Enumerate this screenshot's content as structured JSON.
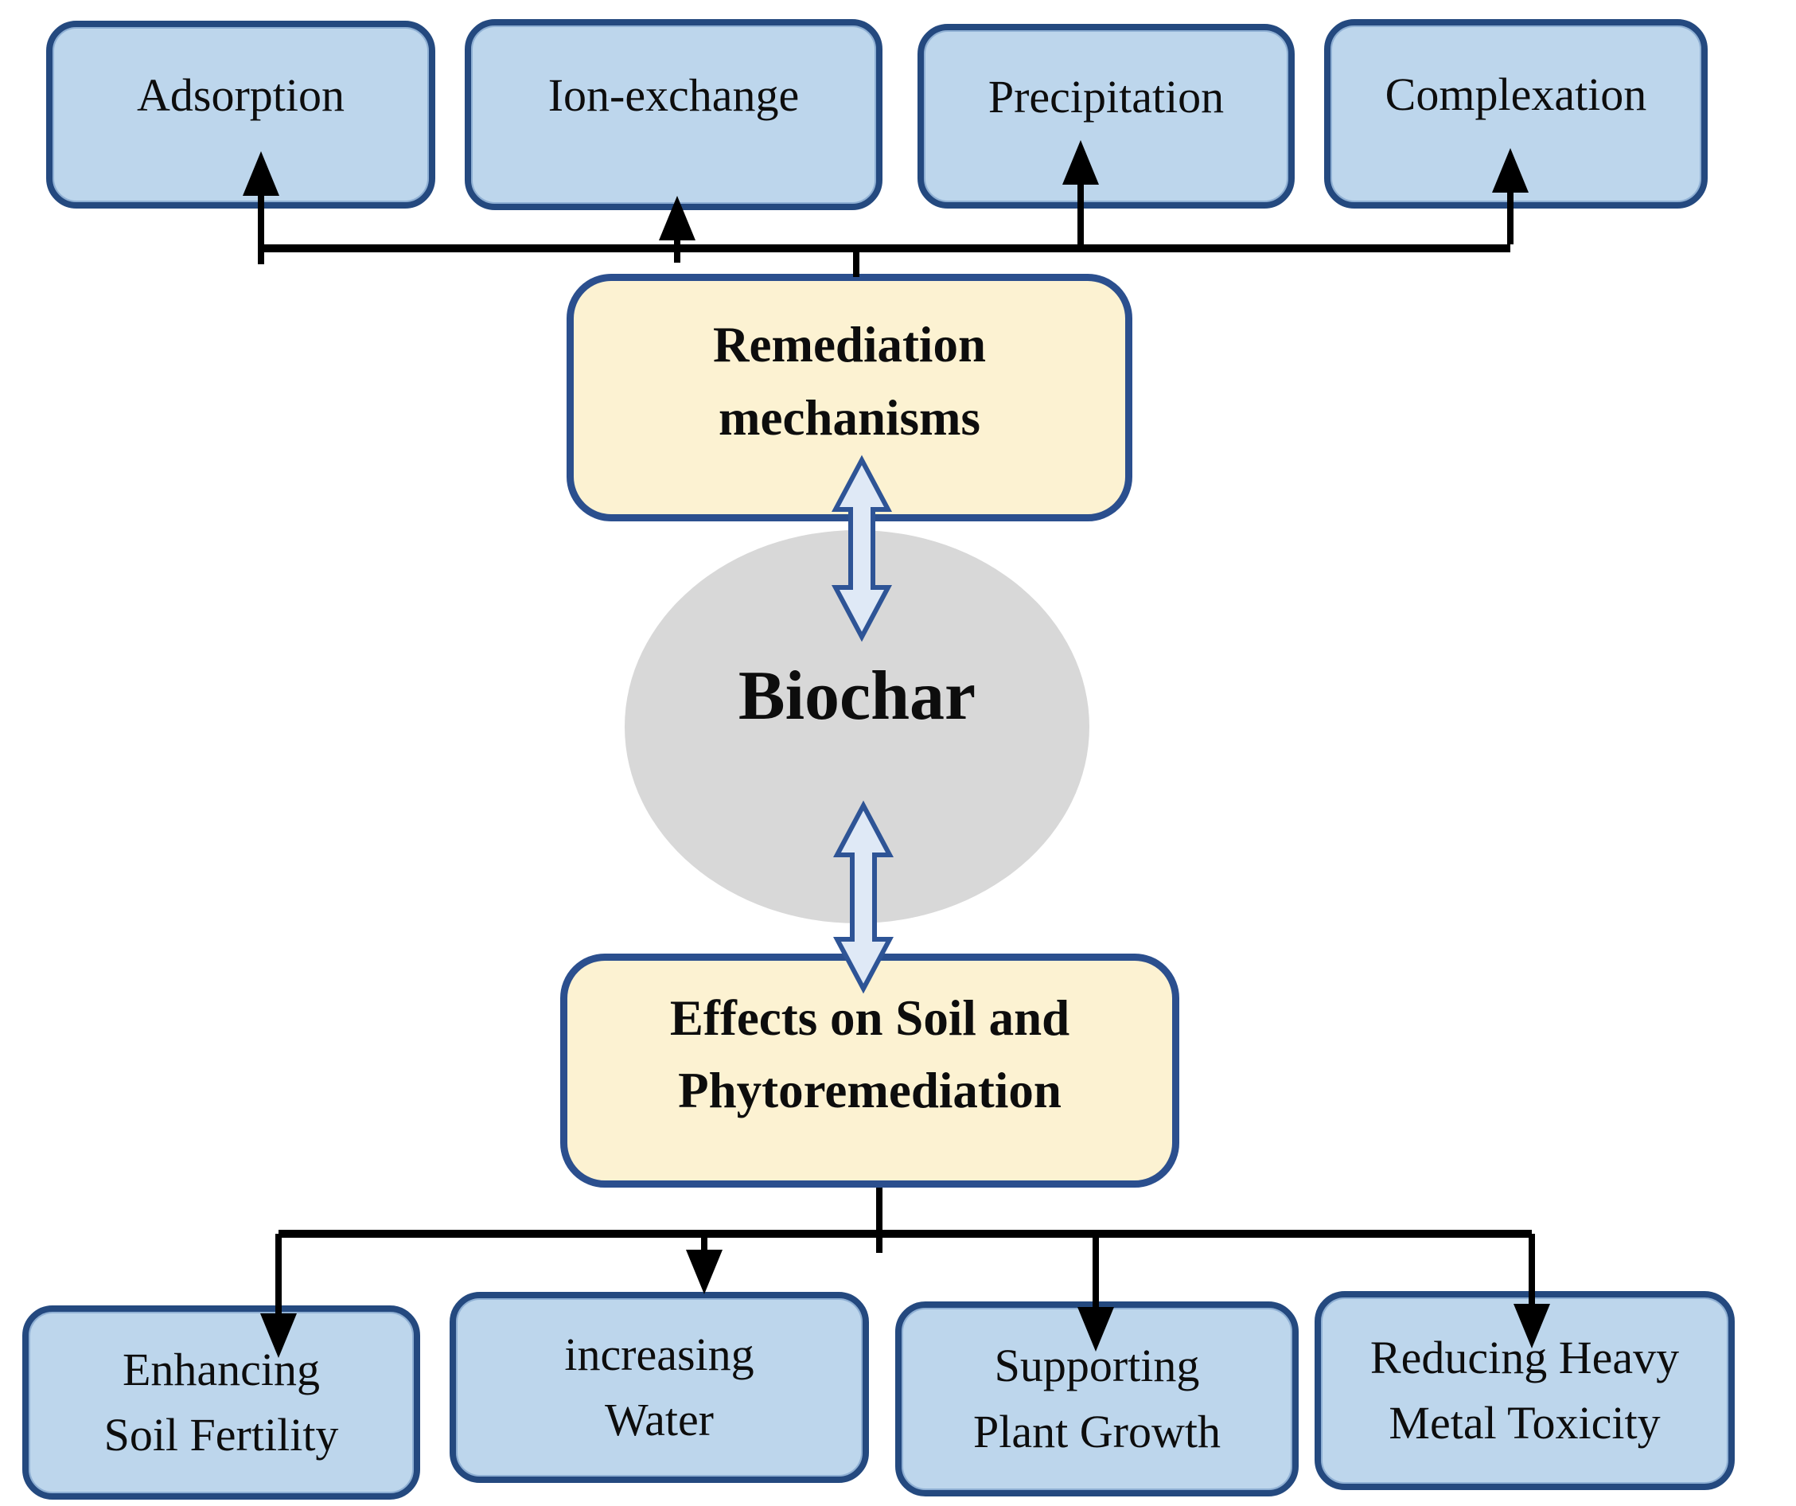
{
  "figure": {
    "title": "Biochar remediation diagram",
    "center_node": {
      "label": "Biochar"
    },
    "mechanisms": {
      "hub_line1": "Remediation",
      "hub_line2": "mechanisms",
      "items": [
        {
          "label": "Adsorption"
        },
        {
          "label": "Ion-exchange"
        },
        {
          "label": "Precipitation"
        },
        {
          "label": "Complexation"
        }
      ]
    },
    "effects": {
      "hub_line1": "Effects on Soil and",
      "hub_line2": "Phytoremediation",
      "items": [
        {
          "line1": "Enhancing",
          "line2": "Soil Fertility"
        },
        {
          "line1": "increasing",
          "line2": "Water"
        },
        {
          "line1": "Supporting",
          "line2": "Plant Growth"
        },
        {
          "line1": "Reducing Heavy",
          "line2": "Metal Toxicity"
        }
      ]
    },
    "colors": {
      "background": "#ffffff",
      "node_fill_blue": "#bdd6ec",
      "node_border_navy": "#24497f",
      "hub_fill_yellow": "#fcf2d2",
      "hub_border_navy": "#2b4f8e",
      "ellipse_gray": "#d8d8d8",
      "double_arrow_fill": "#dfe9f6",
      "double_arrow_stroke": "#2e5496",
      "connector_black": "#000000",
      "text_black": "#0d0d0d"
    }
  }
}
